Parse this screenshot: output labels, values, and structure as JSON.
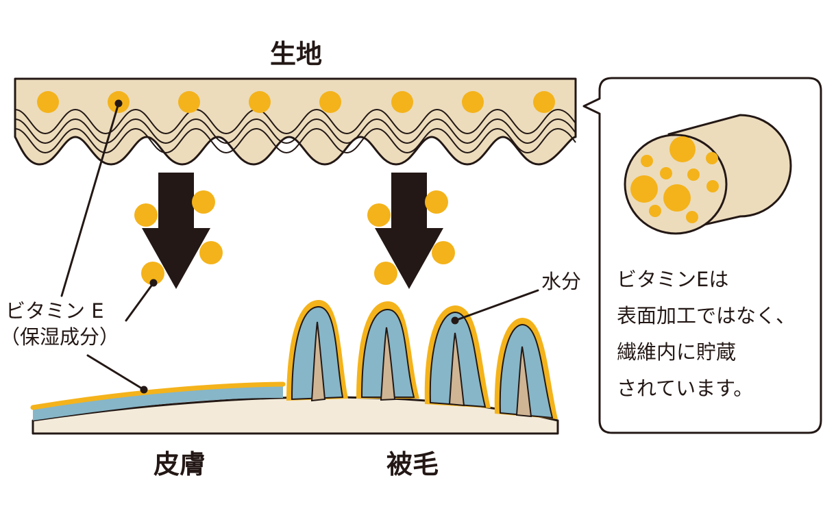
{
  "labels": {
    "fabric": "生地",
    "skin": "皮膚",
    "fur": "被毛",
    "vitamin_e_line1": "ビタミン E",
    "vitamin_e_line2": "（保湿成分）",
    "moisture": "水分"
  },
  "callout": {
    "lines": [
      "ビタミンEは",
      "表面加工ではなく、",
      "繊維内に貯蔵",
      "されています。"
    ]
  },
  "colors": {
    "fabric_fill": "#ecdcbc",
    "vitamin_e": "#f4b31b",
    "moisture": "#86b6c8",
    "skin": "#f3ead9",
    "hair": "#cfb594",
    "arrow": "#231815",
    "outline": "#231815"
  },
  "icons": [
    "arrow-down-icon",
    "fiber-cylinder-icon"
  ]
}
